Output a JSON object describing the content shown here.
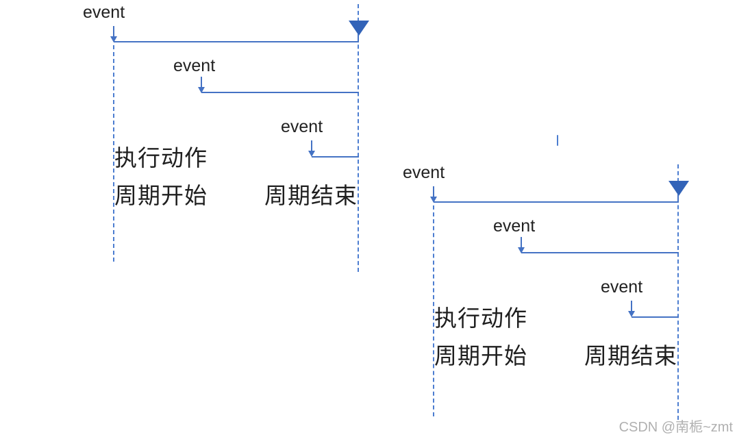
{
  "diagram": {
    "groups": [
      {
        "events": [
          "event",
          "event",
          "event"
        ],
        "action_label": "执行动作",
        "cycle_start_label": "周期开始",
        "cycle_end_label": "周期结束"
      },
      {
        "events": [
          "event",
          "event",
          "event"
        ],
        "action_label": "执行动作",
        "cycle_start_label": "周期开始",
        "cycle_end_label": "周期结束"
      }
    ]
  },
  "watermark": {
    "text": "CSDN @南栀~zmt"
  },
  "colors": {
    "line": "#4472C4",
    "dashed_line": "#4C7DD0",
    "marker_fill": "#3263B8",
    "text": "#212121",
    "watermark_text": "#B0B0B0"
  }
}
